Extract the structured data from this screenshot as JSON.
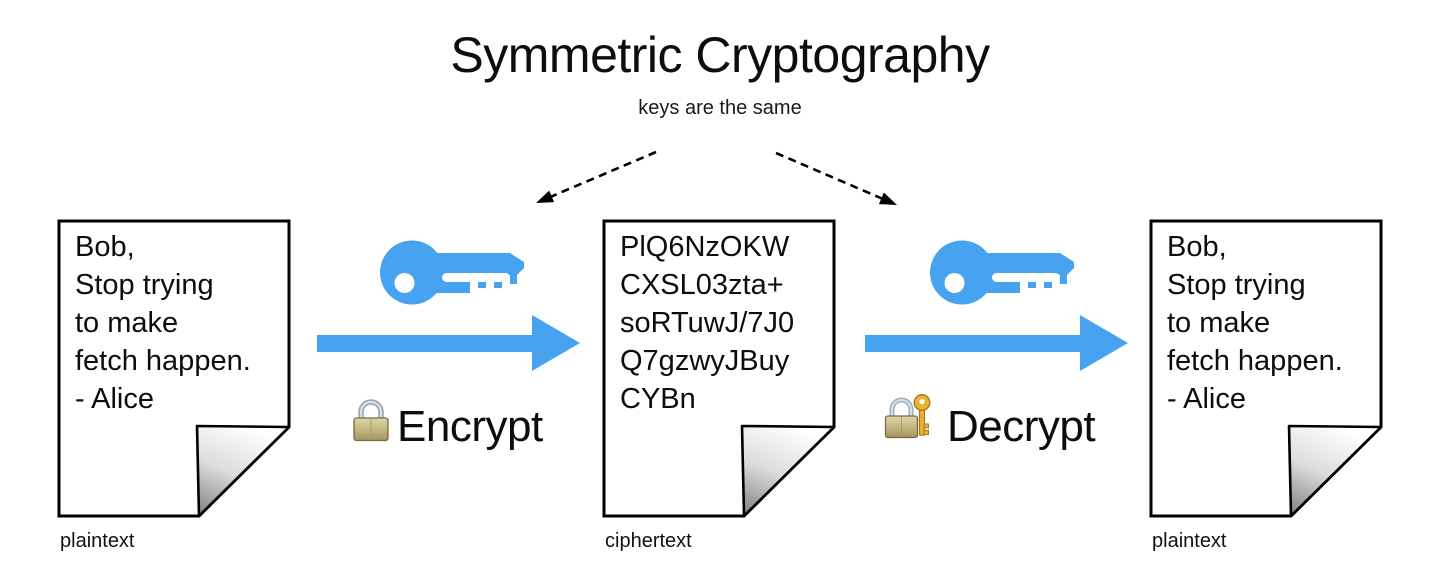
{
  "title": "Symmetric Cryptography",
  "subtitle": "keys are the same",
  "documents": [
    {
      "text": "Bob,\nStop trying\nto make\nfetch happen.\n- Alice",
      "label": "plaintext"
    },
    {
      "text": "PlQ6NzOKW\nCXSL03zta+\nsoRTuwJ/7J0\nQ7gzwyJBuy\nCYBn",
      "label": "ciphertext"
    },
    {
      "text": "Bob,\nStop trying\nto make\nfetch happen.\n- Alice",
      "label": "plaintext"
    }
  ],
  "operations": [
    {
      "label": "Encrypt",
      "icon": "closed-padlock-icon"
    },
    {
      "label": "Decrypt",
      "icon": "padlock-with-key-icon"
    }
  ],
  "icons": {
    "key": "key-icon",
    "flow_arrow": "right-arrow-icon",
    "annotation_arrows": [
      "dashed-arrow-left",
      "dashed-arrow-right"
    ]
  },
  "colors": {
    "accent-blue": "#47a3ef",
    "text": "#0d0d0d",
    "lock-gold": "#c3b783",
    "key-gold": "#e9b235"
  }
}
